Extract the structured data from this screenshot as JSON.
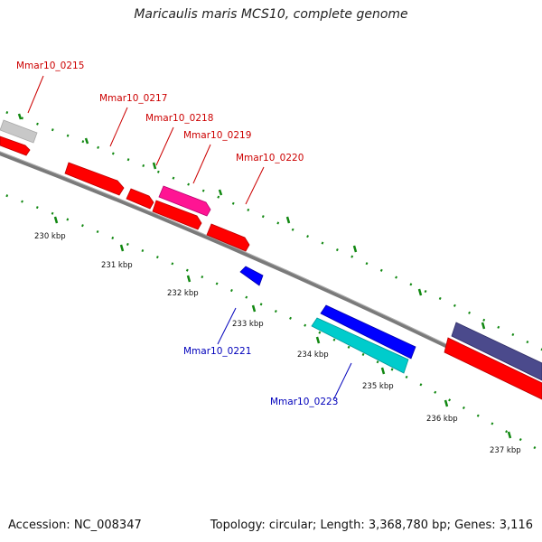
{
  "title": "Maricaulis maris MCS10, complete genome",
  "footer": {
    "accession": "Accession: NC_008347",
    "summary": "Topology: circular; Length: 3,368,780 bp; Genes: 3,116"
  },
  "colors": {
    "backbone": "#7a7a7a",
    "tick": "#118811",
    "forward_label": "#cc0000",
    "reverse_label": "#0000bb",
    "gene_red": "#ff0000",
    "gene_grey": "#c8c8c8",
    "gene_magenta": "#ff1493",
    "gene_blue": "#0000ff",
    "gene_cyan": "#00cccc",
    "gene_slate": "#4b4a8c"
  },
  "scale_labels": [
    "230 kbp",
    "231 kbp",
    "232 kbp",
    "233 kbp",
    "234 kbp",
    "235 kbp",
    "236 kbp",
    "237 kbp"
  ],
  "gene_labels": {
    "forward": [
      "Mmar10_0215",
      "Mmar10_0217",
      "Mmar10_0218",
      "Mmar10_0219",
      "Mmar10_0220"
    ],
    "reverse": [
      "Mmar10_0221",
      "Mmar10_0223"
    ]
  }
}
